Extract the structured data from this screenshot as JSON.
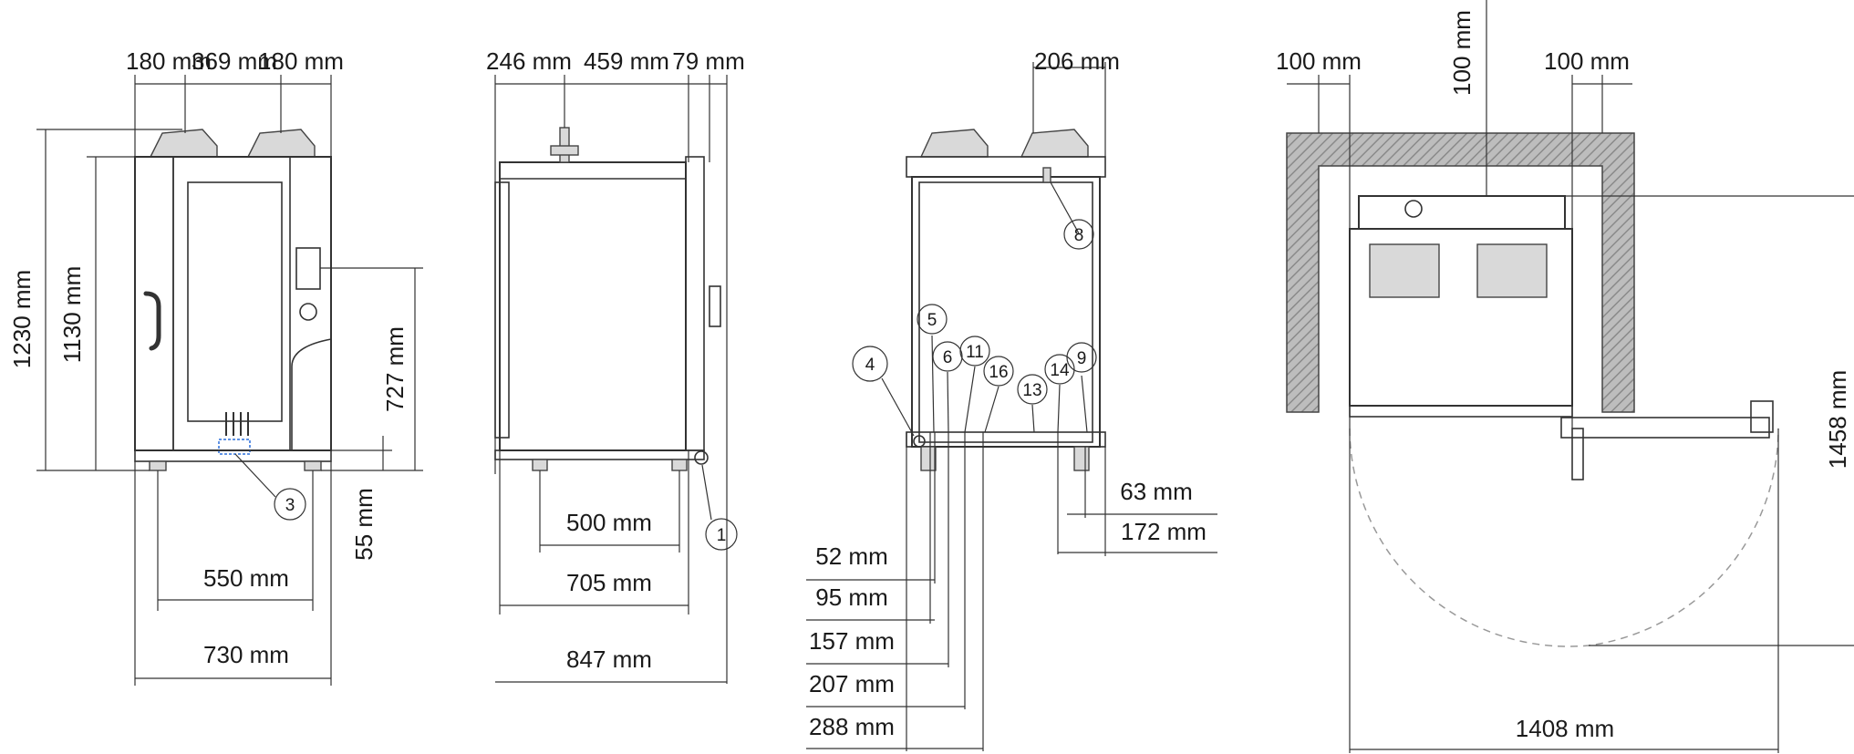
{
  "views": {
    "front": {
      "top_left": "180 mm",
      "top_mid": "369 mm",
      "top_right": "180 mm",
      "height_total": "1230 mm",
      "height_body": "1130 mm",
      "panel_height": "727 mm",
      "feet_height": "55 mm",
      "feet_span": "550 mm",
      "width": "730 mm",
      "callout_3": "3"
    },
    "side": {
      "top_a": "246 mm",
      "top_b": "459 mm",
      "top_c": "79 mm",
      "feet_span": "500 mm",
      "mid_width": "705 mm",
      "depth": "847 mm",
      "callout_1": "1"
    },
    "back": {
      "top": "206 mm",
      "right_a": "63 mm",
      "right_b": "172 mm",
      "left_dims": [
        "52 mm",
        "95 mm",
        "157 mm",
        "207 mm",
        "288 mm"
      ],
      "callouts": [
        "4",
        "5",
        "6",
        "11",
        "16",
        "13",
        "14",
        "9",
        "8"
      ]
    },
    "plan": {
      "left_clear": "100 mm",
      "top_clear": "100 mm",
      "right_clear": "100 mm",
      "depth_total": "1458 mm",
      "width_total": "1408 mm"
    }
  }
}
